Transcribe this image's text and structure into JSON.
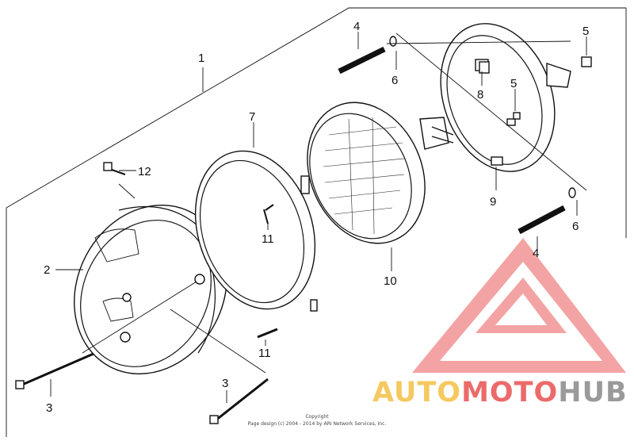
{
  "callouts": {
    "c1": "1",
    "c2": "2",
    "c3a": "3",
    "c3b": "3",
    "c4a": "4",
    "c4b": "4",
    "c5a": "5",
    "c5b": "5",
    "c6a": "6",
    "c6b": "6",
    "c7": "7",
    "c8": "8",
    "c9": "9",
    "c10": "10",
    "c11a": "11",
    "c11b": "11",
    "c12": "12"
  },
  "copyright": {
    "line1": "Copyright",
    "line2": "Page design (c) 2004 - 2014 by ARI Network Services, Inc."
  },
  "watermark": {
    "part1": "AUTO",
    "part2": "MOTO",
    "part3": "HUB",
    "colors": {
      "yellow": "#f6c85f",
      "red": "#ec6a6a",
      "gray": "#9a9a9a"
    }
  }
}
